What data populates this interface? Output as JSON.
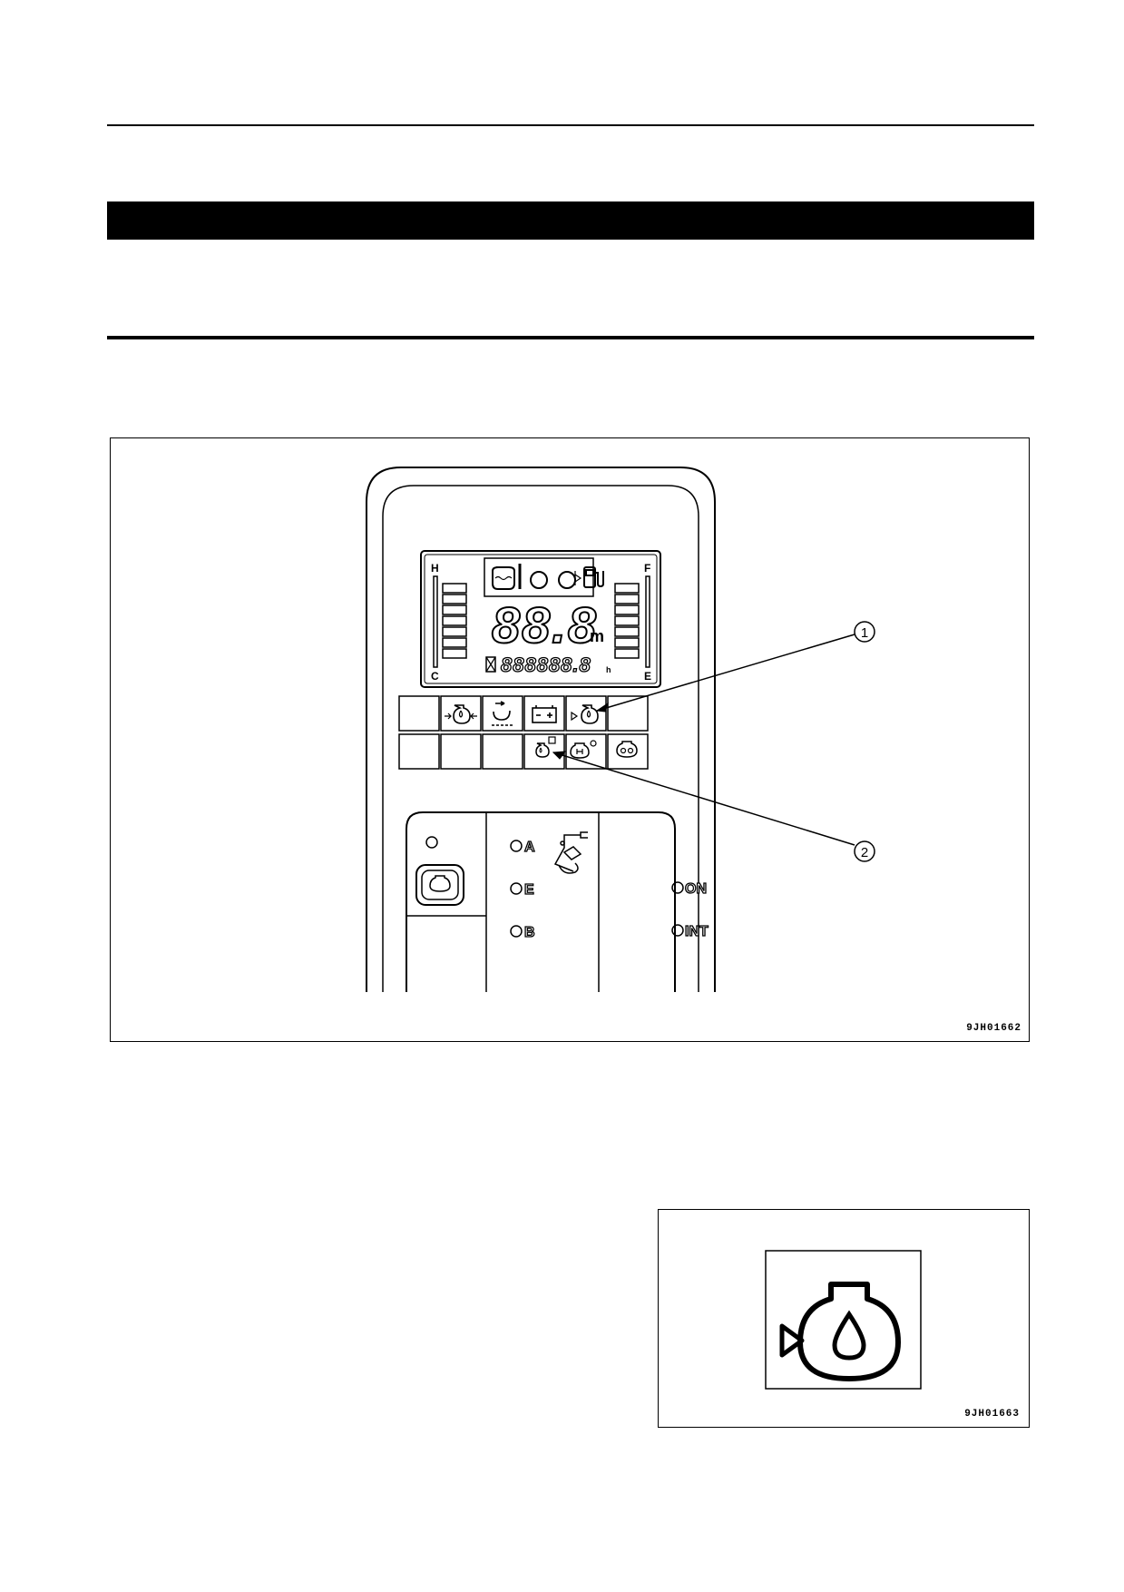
{
  "figure1": {
    "code": "9JH01662",
    "gauge_left": {
      "top_label": "H",
      "bottom_label": "C"
    },
    "gauge_right": {
      "top_label": "F",
      "bottom_label": "E"
    },
    "lcd": {
      "main_readout": "88.8",
      "main_unit": "m",
      "hour_readout": "888888.8",
      "hour_unit": "h"
    },
    "callouts": [
      "1",
      "2"
    ],
    "mode_labels": [
      "A",
      "E",
      "B"
    ],
    "wiper_labels": [
      "ON",
      "INT"
    ]
  },
  "figure2": {
    "code": "9JH01663"
  },
  "icons": [
    "engine-oil-pressure-icon",
    "engine-oil-level-icon",
    "coolant-temperature-icon",
    "fuel-level-icon",
    "air-cleaner-icon",
    "charge-level-icon",
    "preheat-icon",
    "hydraulic-oil-icon",
    "swing-lock-icon"
  ]
}
